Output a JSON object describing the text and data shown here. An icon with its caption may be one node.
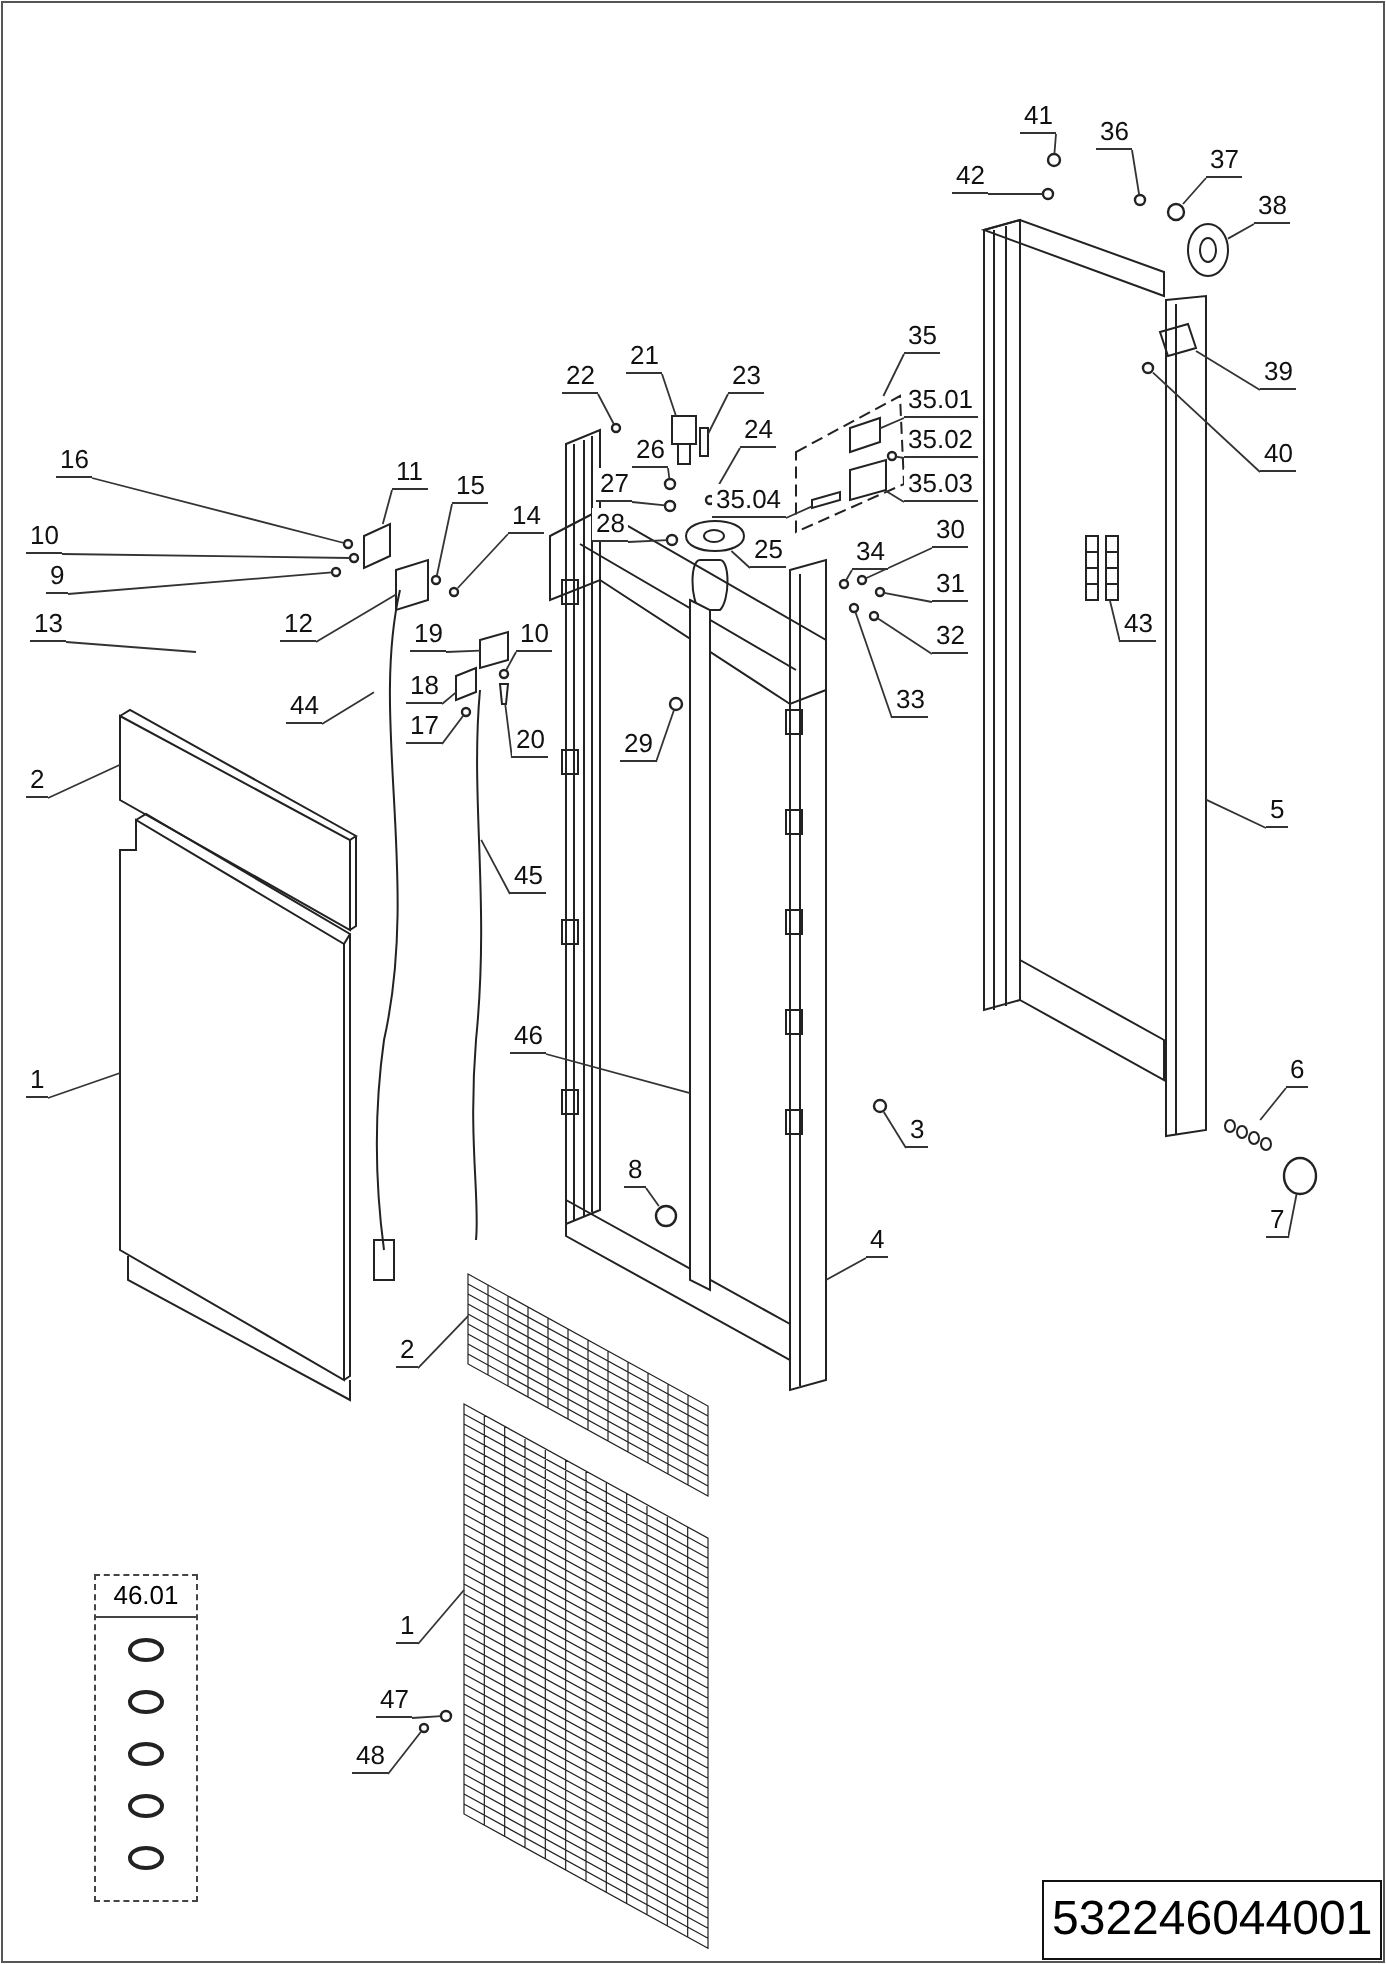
{
  "diagram": {
    "nodes": [
      {
        "text": [
          "41"
        ]
      },
      {
        "text": [
          "36"
        ]
      },
      {
        "text": [
          "37"
        ]
      },
      {
        "text": [
          "42"
        ]
      },
      {
        "text": [
          "38"
        ]
      },
      {
        "text": [
          "21"
        ]
      },
      {
        "text": [
          "35"
        ]
      },
      {
        "text": [
          "22"
        ]
      },
      {
        "text": [
          "23"
        ]
      },
      {
        "text": [
          "39"
        ]
      },
      {
        "text": [
          "26"
        ]
      },
      {
        "text": [
          "35.01"
        ]
      },
      {
        "text": [
          "24"
        ]
      },
      {
        "text": [
          "16"
        ]
      },
      {
        "text": [
          "11"
        ]
      },
      {
        "text": [
          "40"
        ]
      },
      {
        "text": [
          "35.02"
        ]
      },
      {
        "text": [
          "15"
        ]
      },
      {
        "text": [
          "27"
        ]
      },
      {
        "text": [
          "35.04"
        ]
      },
      {
        "text": [
          "35.03"
        ]
      },
      {
        "text": [
          "14"
        ]
      },
      {
        "text": [
          "10"
        ]
      },
      {
        "text": [
          "28"
        ]
      },
      {
        "text": [
          "34"
        ]
      },
      {
        "text": [
          "30"
        ]
      },
      {
        "text": [
          "25"
        ]
      },
      {
        "text": [
          "9"
        ]
      },
      {
        "text": [
          "31"
        ]
      },
      {
        "text": [
          "43"
        ]
      },
      {
        "text": [
          "13"
        ]
      },
      {
        "text": [
          "12"
        ]
      },
      {
        "text": [
          "32"
        ]
      },
      {
        "text": [
          "19"
        ]
      },
      {
        "text": [
          "10"
        ]
      },
      {
        "text": [
          "18"
        ]
      },
      {
        "text": [
          "44"
        ]
      },
      {
        "text": [
          "33"
        ]
      },
      {
        "text": [
          "29"
        ]
      },
      {
        "text": [
          "17"
        ]
      },
      {
        "text": [
          "20"
        ]
      },
      {
        "text": [
          "2"
        ]
      },
      {
        "text": [
          "5"
        ]
      },
      {
        "text": [
          "45"
        ]
      },
      {
        "text": [
          "46"
        ]
      },
      {
        "text": [
          "1"
        ]
      },
      {
        "text": [
          "6"
        ]
      },
      {
        "text": [
          "3"
        ]
      },
      {
        "text": [
          "8"
        ]
      },
      {
        "text": [
          "7"
        ]
      },
      {
        "text": [
          "4"
        ]
      },
      {
        "text": [
          "2"
        ]
      },
      {
        "text": [
          "46.01"
        ]
      },
      {
        "text": [
          "1"
        ]
      },
      {
        "text": [
          "47"
        ]
      },
      {
        "text": [
          "48"
        ]
      },
      {
        "text": [
          "532246044001"
        ]
      },
      {
        "text": [],
        "shape": "circle"
      },
      {
        "text": [],
        "shape": "circle"
      },
      {
        "text": [],
        "shape": "circle"
      },
      {
        "text": [],
        "shape": "circle"
      },
      {
        "text": [],
        "shape": "picture"
      },
      {
        "text": [],
        "shape": "picture"
      },
      {
        "text": [],
        "shape": "box"
      },
      {
        "text": [],
        "shape": "circle"
      },
      {
        "text": [],
        "shape": "box"
      },
      {
        "text": [],
        "shape": "picture"
      },
      {
        "text": [],
        "shape": "circle"
      },
      {
        "text": [],
        "shape": "box",
        "in": 63
      },
      {
        "text": [],
        "shape": "circle"
      },
      {
        "text": [],
        "shape": "circle"
      },
      {
        "text": [],
        "shape": "box"
      },
      {
        "text": [],
        "shape": "circle"
      },
      {
        "text": [],
        "shape": "circle",
        "in": 63
      },
      {
        "text": [],
        "shape": "circle"
      },
      {
        "text": [],
        "shape": "circle"
      },
      {
        "text": [],
        "shape": "box",
        "in": 63
      },
      {
        "text": [],
        "shape": "box",
        "in": 63
      },
      {
        "text": [],
        "shape": "circle"
      },
      {
        "text": [],
        "shape": "circle"
      },
      {
        "text": [],
        "shape": "circle"
      },
      {
        "text": [],
        "shape": "circle"
      },
      {
        "text": [],
        "shape": "circle"
      },
      {
        "text": [],
        "shape": "picture"
      },
      {
        "text": [],
        "shape": "circle"
      },
      {
        "text": [],
        "shape": "circle"
      },
      {
        "text": [],
        "shape": "picture"
      },
      {
        "text": [],
        "shape": "box"
      },
      {
        "text": [],
        "shape": "circle"
      },
      {
        "text": [],
        "shape": "box"
      },
      {
        "text": [],
        "shape": "circle"
      },
      {
        "text": [],
        "shape": "box"
      },
      {
        "text": [],
        "shape": "picture"
      },
      {
        "text": [],
        "shape": "circle"
      },
      {
        "text": [],
        "shape": "circle"
      },
      {
        "text": [],
        "shape": "circle"
      },
      {
        "text": [],
        "shape": "box"
      },
      {
        "text": [],
        "shape": "picture"
      },
      {
        "text": [],
        "shape": "picture"
      },
      {
        "text": [],
        "shape": "picture"
      },
      {
        "text": [],
        "shape": "box"
      },
      {
        "text": [],
        "shape": "picture"
      },
      {
        "text": [],
        "shape": "picture"
      },
      {
        "text": [],
        "shape": "circle"
      },
      {
        "text": [],
        "shape": "circle"
      },
      {
        "text": [],
        "shape": "circle"
      },
      {
        "text": [],
        "shape": "picture"
      },
      {
        "text": [],
        "shape": "picture"
      },
      {
        "text": [],
        "shape": "picture"
      },
      {
        "text": [],
        "shape": "circle"
      },
      {
        "text": [],
        "shape": "circle"
      }
    ],
    "edges": [
      {
        "from": 0,
        "to": 57,
        "arrow": "none"
      },
      {
        "from": 1,
        "to": 58,
        "arrow": "none"
      },
      {
        "from": 2,
        "to": 59,
        "arrow": "none"
      },
      {
        "from": 3,
        "to": 60,
        "arrow": "none"
      },
      {
        "from": 4,
        "to": 61,
        "arrow": "none"
      },
      {
        "from": 5,
        "to": 62,
        "arrow": "none"
      },
      {
        "from": 6,
        "to": 63,
        "arrow": "none"
      },
      {
        "from": 7,
        "to": 64,
        "arrow": "none"
      },
      {
        "from": 8,
        "to": 65,
        "arrow": "none"
      },
      {
        "from": 9,
        "to": 66,
        "arrow": "none"
      },
      {
        "from": 10,
        "to": 67,
        "arrow": "none"
      },
      {
        "from": 11,
        "to": 68,
        "arrow": "none"
      },
      {
        "from": 12,
        "to": 69,
        "arrow": "none"
      },
      {
        "from": 13,
        "to": 70,
        "arrow": "none"
      },
      {
        "from": 14,
        "to": 71,
        "arrow": "none"
      },
      {
        "from": 15,
        "to": 72,
        "arrow": "none"
      },
      {
        "from": 16,
        "to": 73,
        "arrow": "none"
      },
      {
        "from": 17,
        "to": 74,
        "arrow": "none"
      },
      {
        "from": 18,
        "to": 75,
        "arrow": "none"
      },
      {
        "from": 19,
        "to": 76,
        "arrow": "none"
      },
      {
        "from": 20,
        "to": 77,
        "arrow": "none"
      },
      {
        "from": 21,
        "to": 78,
        "arrow": "none"
      },
      {
        "from": 22,
        "to": 79,
        "arrow": "none"
      },
      {
        "from": 23,
        "to": 80,
        "arrow": "none"
      },
      {
        "from": 24,
        "to": 81,
        "arrow": "none"
      },
      {
        "from": 25,
        "to": 82,
        "arrow": "none"
      },
      {
        "from": 26,
        "to": 83,
        "arrow": "none"
      },
      {
        "from": 27,
        "to": 84,
        "arrow": "none"
      },
      {
        "from": 28,
        "to": 85,
        "arrow": "none"
      },
      {
        "from": 29,
        "to": 86,
        "arrow": "none"
      },
      {
        "from": 30,
        "to": null,
        "arrow": "none"
      },
      {
        "from": 31,
        "to": 87,
        "arrow": "none"
      },
      {
        "from": 32,
        "to": 88,
        "arrow": "none"
      },
      {
        "from": 33,
        "to": 89,
        "arrow": "none"
      },
      {
        "from": 34,
        "to": 90,
        "arrow": "none"
      },
      {
        "from": 35,
        "to": 91,
        "arrow": "none"
      },
      {
        "from": 36,
        "to": 92,
        "arrow": "none"
      },
      {
        "from": 37,
        "to": 93,
        "arrow": "none"
      },
      {
        "from": 38,
        "to": 94,
        "arrow": "none"
      },
      {
        "from": 39,
        "to": 95,
        "arrow": "none"
      },
      {
        "from": 40,
        "to": 96,
        "arrow": "none"
      },
      {
        "from": 41,
        "to": 97,
        "arrow": "none"
      },
      {
        "from": 42,
        "to": 98,
        "arrow": "none"
      },
      {
        "from": 43,
        "to": 99,
        "arrow": "none"
      },
      {
        "from": 44,
        "to": 100,
        "arrow": "none"
      },
      {
        "from": 45,
        "to": 101,
        "arrow": "none"
      },
      {
        "from": 46,
        "to": 102,
        "arrow": "none"
      },
      {
        "from": 47,
        "to": 103,
        "arrow": "none"
      },
      {
        "from": 48,
        "to": 104,
        "arrow": "none"
      },
      {
        "from": 49,
        "to": 105,
        "arrow": "none"
      },
      {
        "from": 50,
        "to": 106,
        "arrow": "none"
      },
      {
        "from": 51,
        "to": 107,
        "arrow": "none"
      },
      {
        "from": 53,
        "to": 108,
        "arrow": "none"
      },
      {
        "from": 54,
        "to": 109,
        "arrow": "none"
      },
      {
        "from": 55,
        "to": 110,
        "arrow": "none"
      }
    ]
  }
}
